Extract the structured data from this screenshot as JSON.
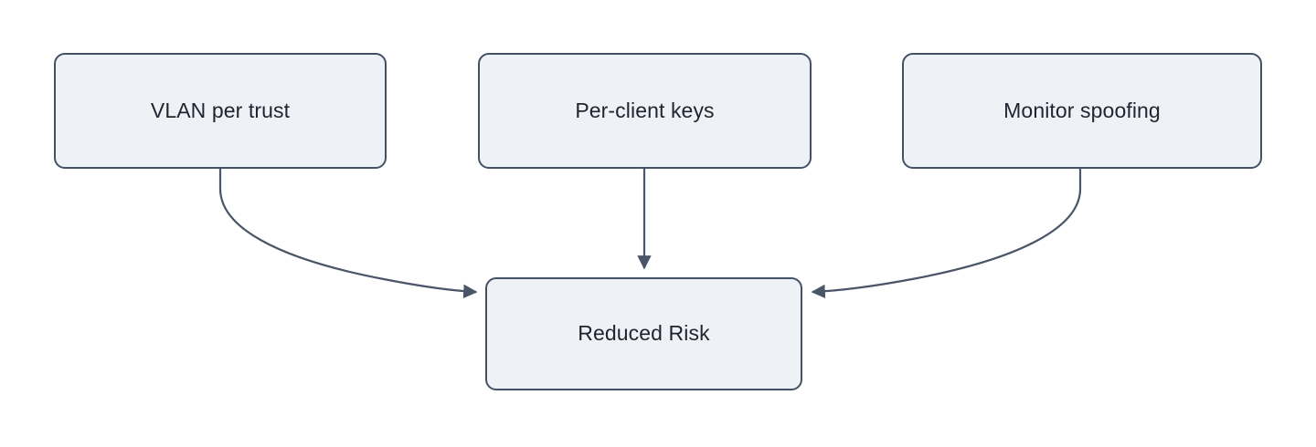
{
  "diagram": {
    "type": "flowchart",
    "direction": "bottom-convergent",
    "background_color": "#ffffff",
    "node_fill_color": "#eef1f6",
    "node_border_color": "#445066",
    "node_text_color": "#1f2430",
    "edge_color": "#4a5568",
    "nodes": [
      {
        "id": "vlan_per_trust",
        "label": "VLAN per trust"
      },
      {
        "id": "per_client_keys",
        "label": "Per-client keys"
      },
      {
        "id": "monitor_spoofing",
        "label": "Monitor spoofing"
      },
      {
        "id": "reduced_risk",
        "label": "Reduced Risk"
      }
    ],
    "edges": [
      {
        "from": "vlan_per_trust",
        "to": "reduced_risk",
        "label": "",
        "arrow": "end"
      },
      {
        "from": "per_client_keys",
        "to": "reduced_risk",
        "label": "",
        "arrow": "end"
      },
      {
        "from": "monitor_spoofing",
        "to": "reduced_risk",
        "label": "",
        "arrow": "end"
      }
    ]
  }
}
